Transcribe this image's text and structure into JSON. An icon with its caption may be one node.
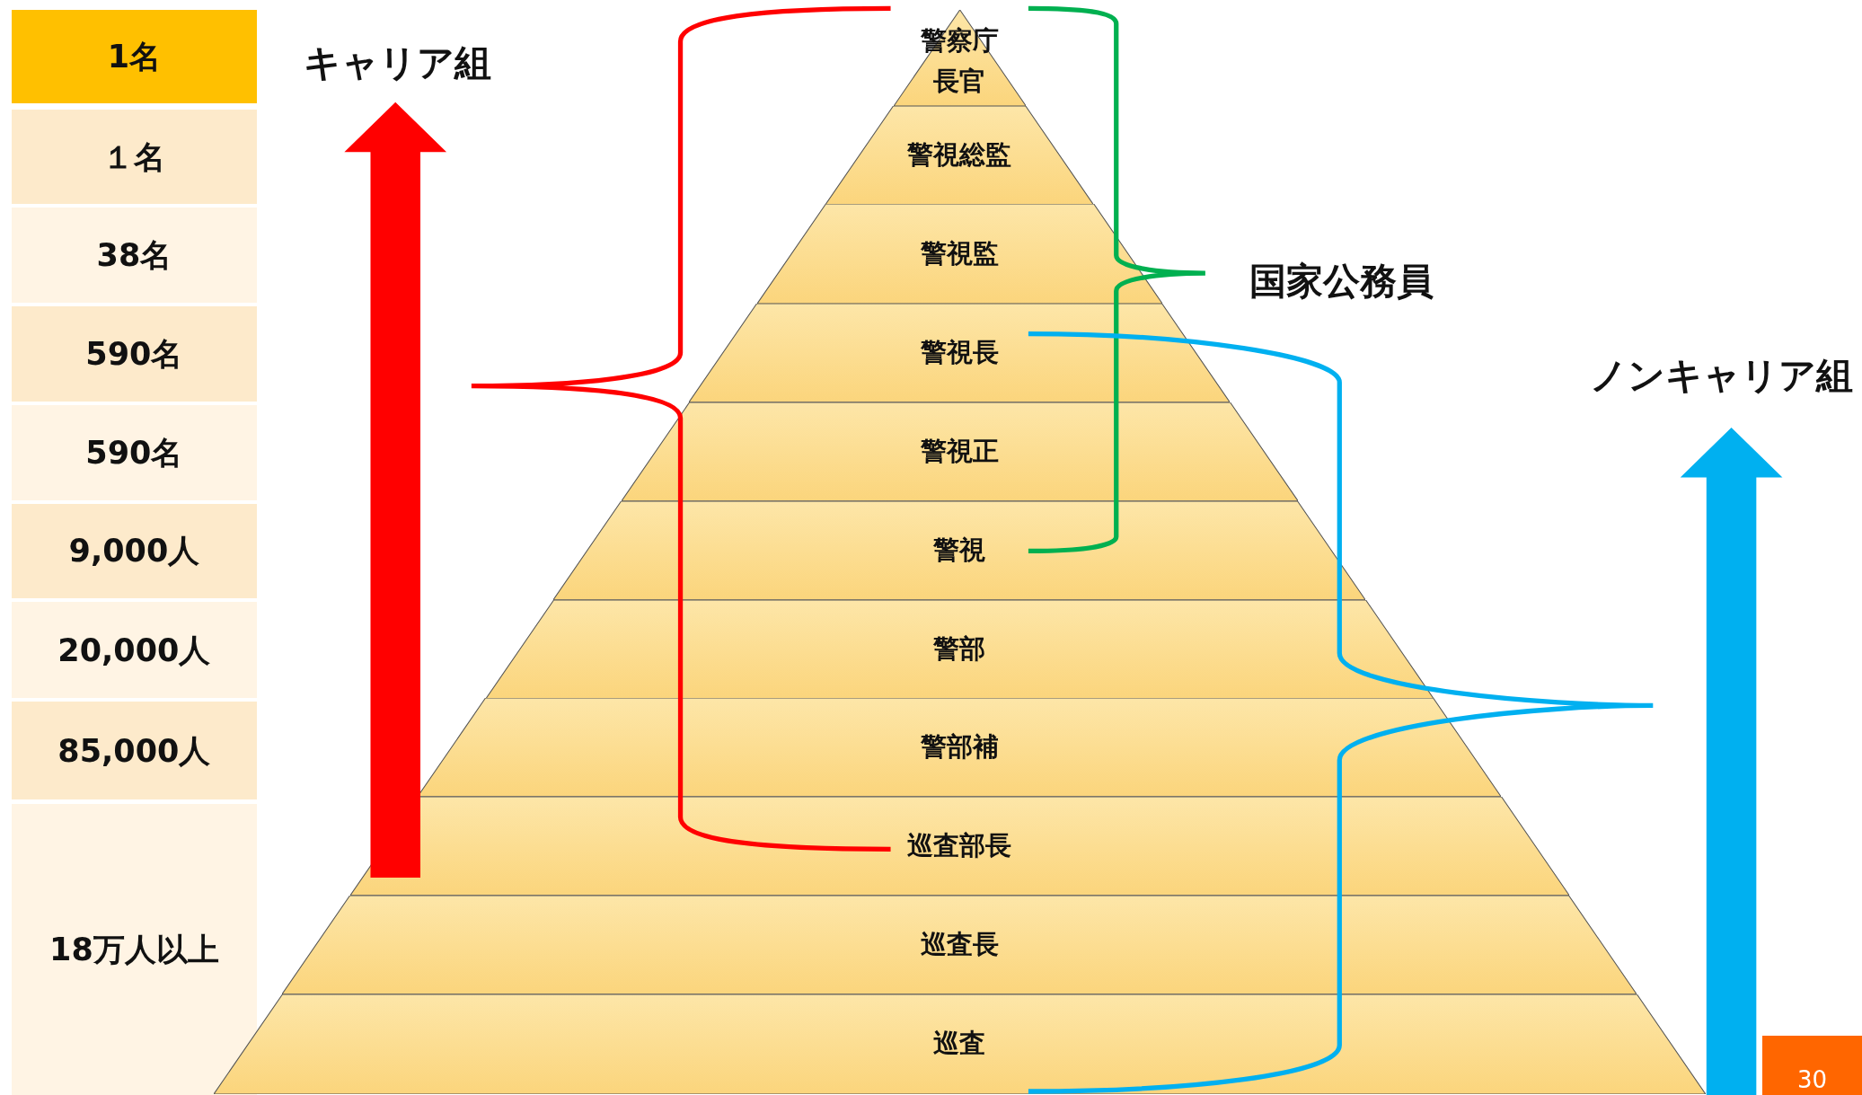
{
  "diagram": {
    "nodes": [
      {
        "text": [
          "1名"
        ]
      },
      {
        "text": [
          "１名"
        ]
      },
      {
        "text": [
          "38名"
        ]
      },
      {
        "text": [
          "590名"
        ]
      },
      {
        "text": [
          "590名"
        ]
      },
      {
        "text": [
          "9,000人"
        ]
      },
      {
        "text": [
          "20,000人"
        ]
      },
      {
        "text": [
          "85,000人"
        ]
      },
      {
        "text": [
          "18万人以上"
        ]
      },
      {
        "text": [
          "警察庁長官"
        ]
      },
      {
        "text": [
          "警視総監"
        ]
      },
      {
        "text": [
          "警視監"
        ]
      },
      {
        "text": [
          "警視長"
        ]
      },
      {
        "text": [
          "警視正"
        ]
      },
      {
        "text": [
          "警視"
        ]
      },
      {
        "text": [
          "警部"
        ]
      },
      {
        "text": [
          "警部補"
        ]
      },
      {
        "text": [
          "巡査部長"
        ]
      },
      {
        "text": [
          "巡査長"
        ]
      },
      {
        "text": [
          "巡査"
        ]
      },
      {
        "text": [
          "30"
        ]
      }
    ],
    "labels": [
      "キャリア組",
      "国家公務員",
      "ノンキャリア組"
    ]
  }
}
